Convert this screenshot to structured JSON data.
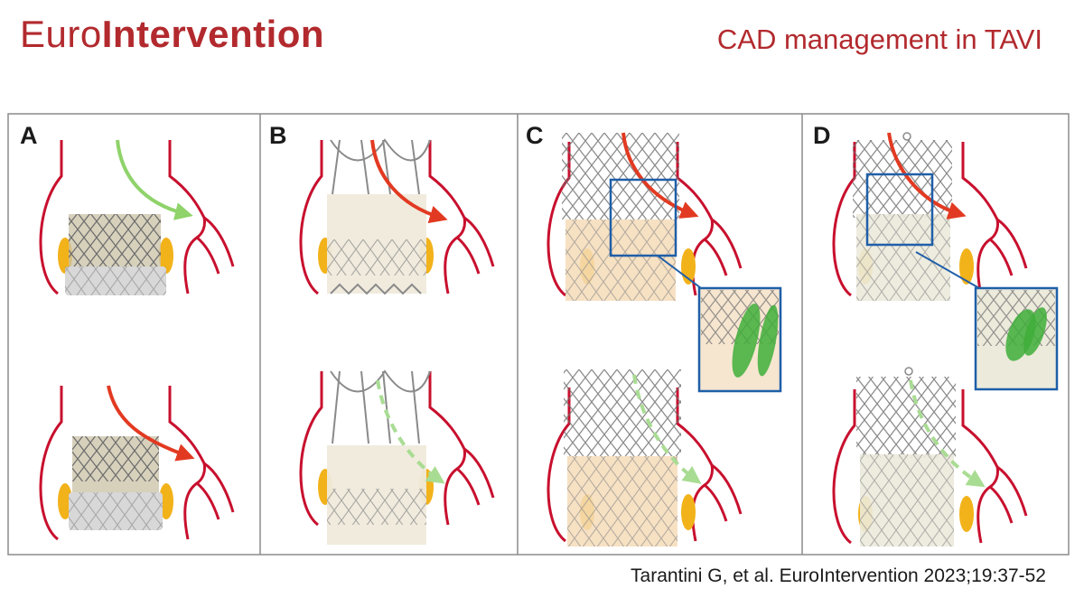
{
  "header": {
    "logo_light": "Euro",
    "logo_bold": "Intervention",
    "title": "CAD management in TAVI"
  },
  "panels": [
    {
      "letter": "A"
    },
    {
      "letter": "B"
    },
    {
      "letter": "C"
    },
    {
      "letter": "D"
    }
  ],
  "citation": "Tarantini G, et al. EuroIntervention 2023;19:37-52",
  "colors": {
    "brand_red": "#b22a2e",
    "aorta_red": "#c8102e",
    "leaflet_yellow": "#f2b21a",
    "arrow_red": "#e23a22",
    "arrow_green": "#8fd36a",
    "zoom_blue": "#1f5fa8",
    "zoom_green": "#3fae3a"
  }
}
